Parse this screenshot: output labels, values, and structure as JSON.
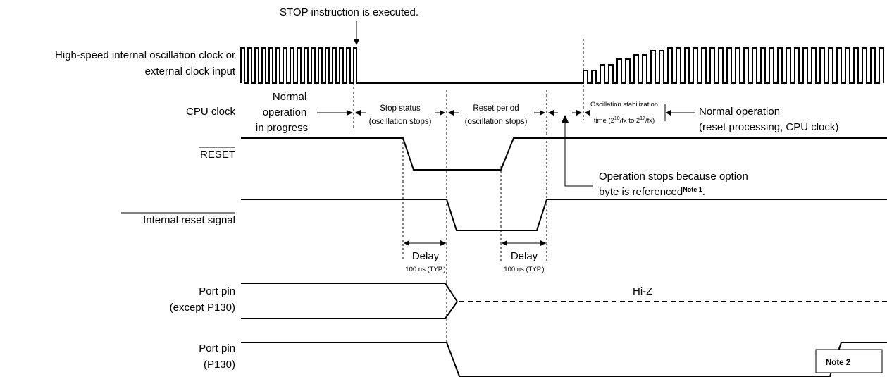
{
  "title": "STOP instruction is executed.",
  "signals": {
    "clock_label_line1": "High-speed internal oscillation clock or",
    "clock_label_line2": "external clock input",
    "cpu_clock": "CPU clock",
    "reset": "RESET",
    "internal_reset": "Internal reset signal",
    "port_pin_1_line1": "Port pin",
    "port_pin_1_line2": "(except P130)",
    "port_pin_2_line1": "Port pin",
    "port_pin_2_line2": "(P130)"
  },
  "phases": {
    "normal_line1": "Normal",
    "normal_line2": "operation",
    "normal_line3": "in progress",
    "stop_line1": "Stop status",
    "stop_line2": "(oscillation stops)",
    "reset_line1": "Reset period",
    "reset_line2": "(oscillation stops)",
    "osc_line1": "Oscillation stabilization",
    "osc_line2_a": "time (2",
    "osc_exp_1": "10",
    "osc_line2_b": "/fx to 2",
    "osc_exp_2": "17",
    "osc_line2_c": "/fx)",
    "normal_op_line1": "Normal operation",
    "normal_op_line2": "(reset processing, CPU clock)"
  },
  "annotations": {
    "option_line1": "Operation stops because option",
    "option_line2": "byte is referenced",
    "option_note": "Note 1",
    "option_period": ".",
    "delay_label": "Delay",
    "delay_value": "100 ns (TYP.)",
    "hiz": "Hi-Z",
    "note2": "Note 2"
  }
}
